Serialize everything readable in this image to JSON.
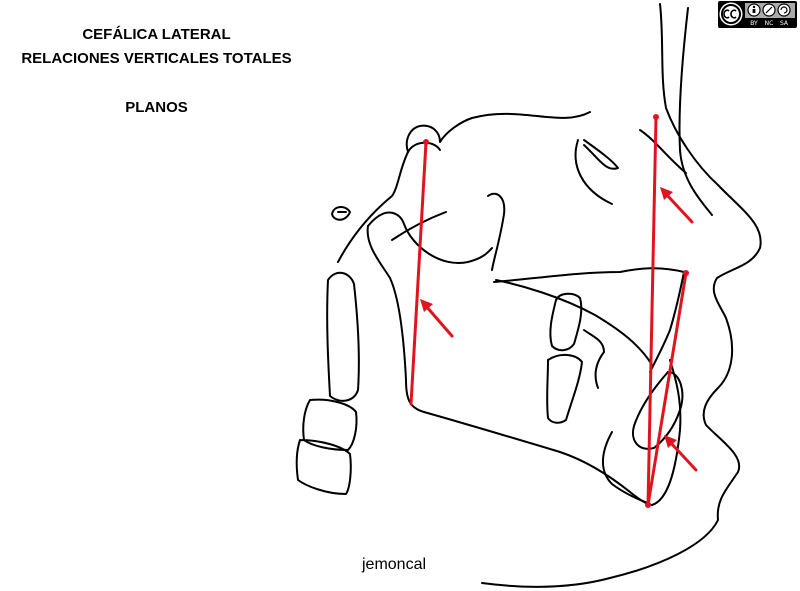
{
  "header": {
    "line1": "CEFÁLICA LATERAL",
    "line2": "RELACIONES VERTICALES TOTALES",
    "line3": "PLANOS"
  },
  "footer": {
    "credit": "jemoncal"
  },
  "badge": {
    "icon": "creative-commons-by-nc-sa-icon",
    "tags": [
      "BY",
      "NC",
      "SA"
    ]
  },
  "colors": {
    "ink": "#000000",
    "accent": "#e0141e"
  }
}
